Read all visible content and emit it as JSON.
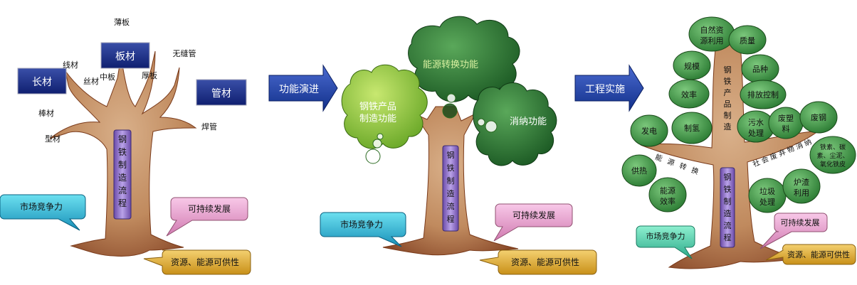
{
  "tree1": {
    "boxes": [
      "长材",
      "板材",
      "管材"
    ],
    "sub_labels": [
      "薄板",
      "线材",
      "丝材",
      "中板",
      "厚板",
      "无缝管",
      "棒材",
      "型材",
      "焊管"
    ],
    "trunk": "钢铁制造流程",
    "bubbles": [
      "市场竞争力",
      "可持续发展",
      "资源、能源可供性"
    ]
  },
  "arrow1": "功能演进",
  "tree2": {
    "crowns": [
      "能源转换功能",
      "钢铁产品制造功能",
      "消纳功能"
    ],
    "trunk": "钢铁制造流程",
    "bubbles": [
      "市场竞争力",
      "可持续发展",
      "资源、能源可供性"
    ]
  },
  "arrow2": "工程实施",
  "tree3": {
    "crown_trunk": "钢铁产品制造",
    "leaves": [
      "自然资源利用",
      "质量",
      "规模",
      "品种",
      "效率",
      "排放控制",
      "发电",
      "制氢",
      "污水处理",
      "废塑料",
      "废钢",
      "铁素、碳素、尘泥、氧化铁皮",
      "供热",
      "能源效率",
      "垃圾处理",
      "炉渣利用"
    ],
    "branch_left": "能源转换",
    "branch_right": "社会废弃物消纳",
    "trunk": "钢铁制造流程",
    "bubbles": [
      "市场竞争力",
      "可持续发展",
      "资源、能源可供性"
    ]
  }
}
